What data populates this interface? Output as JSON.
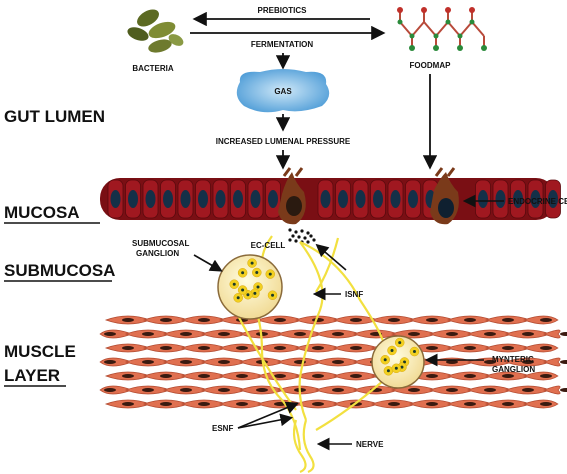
{
  "labels": {
    "bacteria": "BACTERIA",
    "prebiotics": "PREBIOTICS",
    "fermentation": "FERMENTATION",
    "foodmap": "FOODMAP",
    "gas": "GAS",
    "increased_pressure": "INCREASED LUMENAL PRESSURE",
    "endocrine_cell": "ENDOCRINE CELL",
    "submucosal_ganglion_line1": "SUBMUCOSAL",
    "submucosal_ganglion_line2": "GANGLION",
    "ec_cell": "EC-CELL",
    "isnf": "ISNF",
    "mynteric_ganglion_line1": "MYNTERIC",
    "mynteric_ganglion_line2": "GANGLION",
    "esnf": "ESNF",
    "nerve": "NERVE"
  },
  "layers": {
    "gut_lumen": "GUT LUMEN",
    "mucosa": "MUCOSA",
    "submucosa": "SUBMUCOSA",
    "muscle_line1": "MUSCLE",
    "muscle_line2": "LAYER"
  },
  "colors": {
    "mucosa": "#a01820",
    "nucleus": "#143048",
    "muscle": "#e07050",
    "ganglion": "#f6f0a0",
    "nerve": "#f2e040",
    "gas": "#5aa8de",
    "bacteria": "#6e7a2e"
  }
}
